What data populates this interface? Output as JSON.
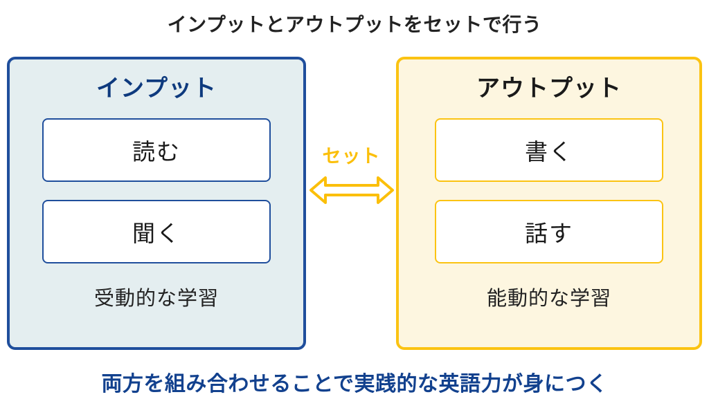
{
  "title": "インプットとアウトプットをセットで行う",
  "caption": "両方を組み合わせることで実践的な英語力が身につく",
  "connector": {
    "label": "セット",
    "arrow_icon": "double-arrow-horizontal-icon",
    "color": "#fbbf0a"
  },
  "panels": [
    {
      "key": "input",
      "heading": "インプット",
      "footer": "受動的な学習",
      "cards": [
        {
          "label": "読む"
        },
        {
          "label": "聞く"
        }
      ],
      "colors": {
        "border": "#1f4e9c",
        "background": "#e4eef0",
        "heading": "#0e3a7e",
        "card_border": "#1f4e9c",
        "card_background": "#ffffff"
      }
    },
    {
      "key": "output",
      "heading": "アウトプット",
      "footer": "能動的な学習",
      "cards": [
        {
          "label": "書く"
        },
        {
          "label": "話す"
        }
      ],
      "colors": {
        "border": "#fbc312",
        "background": "#fdf6e0",
        "heading": "#1a1a1a",
        "card_border": "#fbc312",
        "card_background": "#ffffff"
      }
    }
  ]
}
